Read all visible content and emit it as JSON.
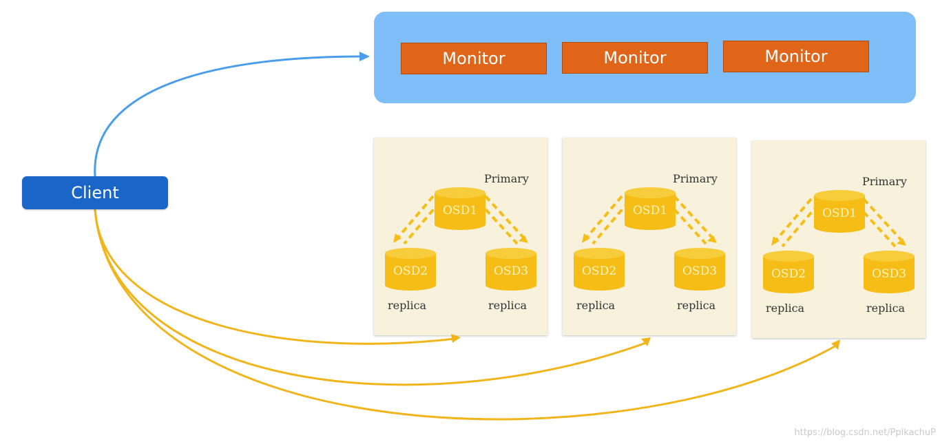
{
  "client": {
    "label": "Client"
  },
  "monitors": [
    "Monitor",
    "Monitor",
    "Monitor"
  ],
  "nodes": [
    {
      "primary_label": "Primary",
      "osd1": "OSD1",
      "osd2": "OSD2",
      "osd3": "OSD3",
      "replica_left": "replica",
      "replica_right": "replica"
    },
    {
      "primary_label": "Primary",
      "osd1": "OSD1",
      "osd2": "OSD2",
      "osd3": "OSD3",
      "replica_left": "replica",
      "replica_right": "replica"
    },
    {
      "primary_label": "Primary",
      "osd1": "OSD1",
      "osd2": "OSD2",
      "osd3": "OSD3",
      "replica_left": "replica",
      "replica_right": "replica"
    }
  ],
  "watermark": "https://blog.csdn.net/PpikachuP",
  "colors": {
    "monitor_group": "#7fbef9",
    "monitor": "#e06518",
    "client": "#1a66c8",
    "client_to_monitor_arrow": "#4a9de8",
    "client_to_osd_arrow": "#f0b51a",
    "node_background": "#f8f2dc",
    "disk": "#f5bd16",
    "dashed_arrow": "#f5bd16"
  }
}
